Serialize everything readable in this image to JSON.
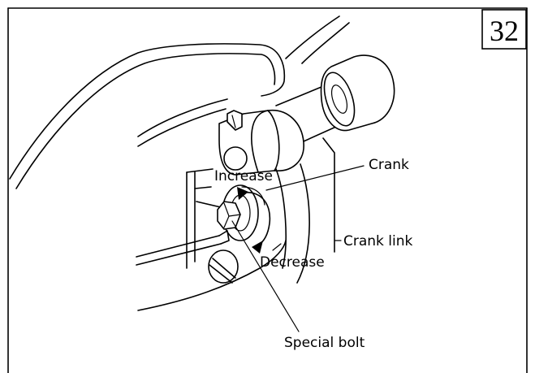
{
  "figure": {
    "number": "32",
    "labels": {
      "crank": "Crank",
      "increase": "Increase",
      "crank_link": "Crank link",
      "decrease": "Decrease",
      "special_bolt": "Special bolt"
    }
  }
}
